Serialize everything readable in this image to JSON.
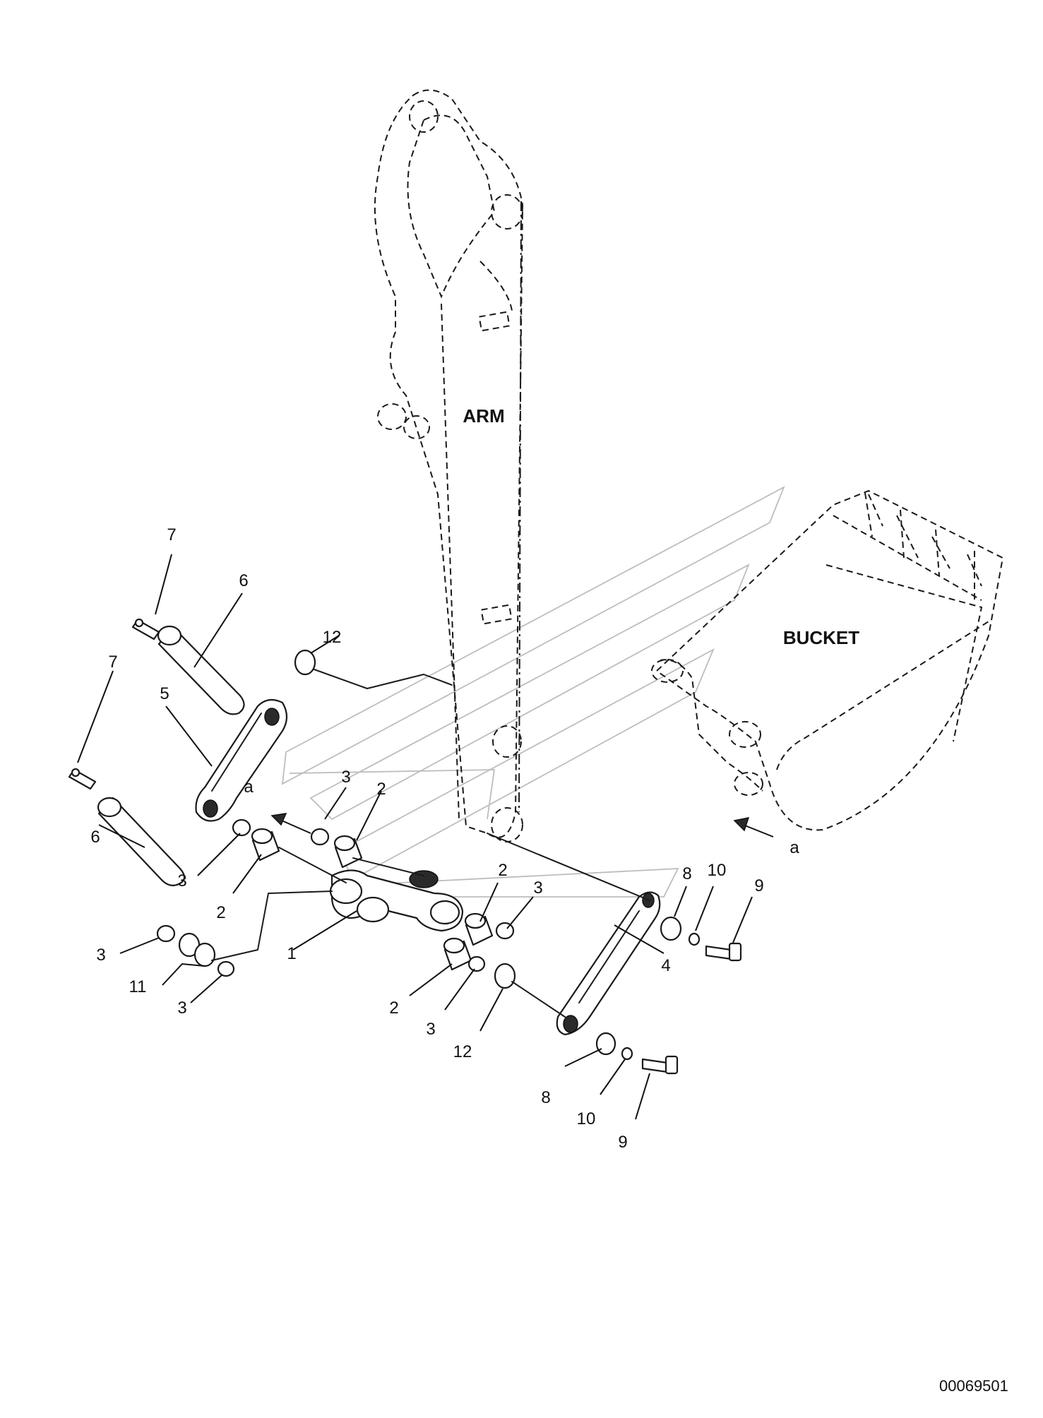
{
  "labels": {
    "arm": "ARM",
    "bucket": "BUCKET",
    "view_a_left": "a",
    "view_a_right": "a",
    "drawing_code": "00069501"
  },
  "callouts": {
    "c1": "1",
    "c2a": "2",
    "c2b": "2",
    "c2c": "2",
    "c2d": "2",
    "c3a": "3",
    "c3b": "3",
    "c3c": "3",
    "c3d": "3",
    "c3e": "3",
    "c3f": "3",
    "c4": "4",
    "c5": "5",
    "c6a": "6",
    "c6b": "6",
    "c7a": "7",
    "c7b": "7",
    "c8a": "8",
    "c8b": "8",
    "c9a": "9",
    "c9b": "9",
    "c10a": "10",
    "c10b": "10",
    "c11": "11",
    "c12a": "12",
    "c12b": "12"
  }
}
